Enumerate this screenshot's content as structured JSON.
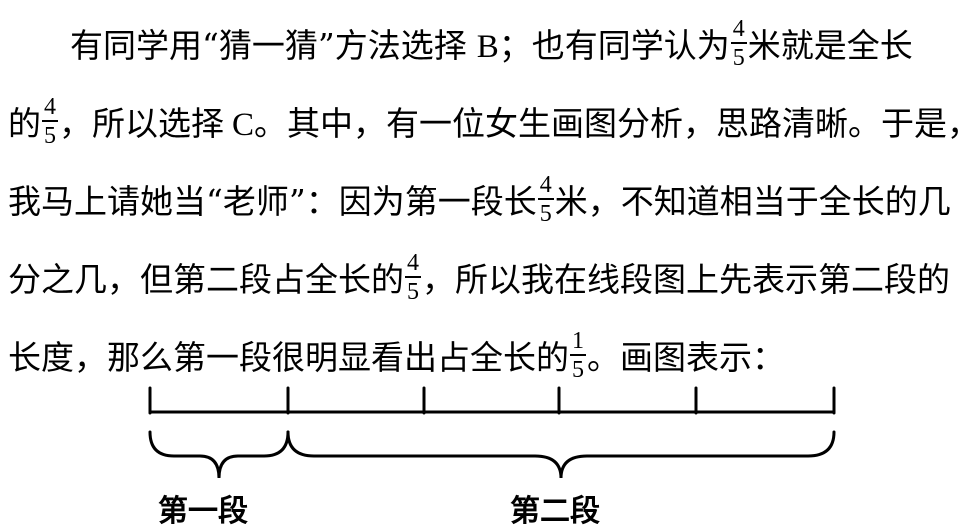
{
  "paragraph": {
    "line1": {
      "a": "有同学用“猜一猜”方法选择",
      "b": "B；也有同学认为",
      "frac": {
        "num": "4",
        "den": "5"
      },
      "c": "米就是全长"
    },
    "line2": {
      "a": "的",
      "frac": {
        "num": "4",
        "den": "5"
      },
      "b": "，所以选择",
      "c": "C。其中，有一位女生画图分析，思路清晰。于是，"
    },
    "line3": {
      "a": "我马上请她当“老师”：因为第一段长",
      "frac": {
        "num": "4",
        "den": "5"
      },
      "b": "米，不知道相当于全长的几"
    },
    "line4": {
      "a": "分之几，但第二段占全长的",
      "frac": {
        "num": "4",
        "den": "5"
      },
      "b": "，所以我在线段图上先表示第二段的"
    },
    "line5": {
      "a": "长度，那么第一段很明显看出占全长的",
      "frac": {
        "num": "1",
        "den": "5"
      },
      "b": "。画图表示："
    }
  },
  "diagram": {
    "segments": 5,
    "label_first": "第一段",
    "label_second": "第二段"
  }
}
